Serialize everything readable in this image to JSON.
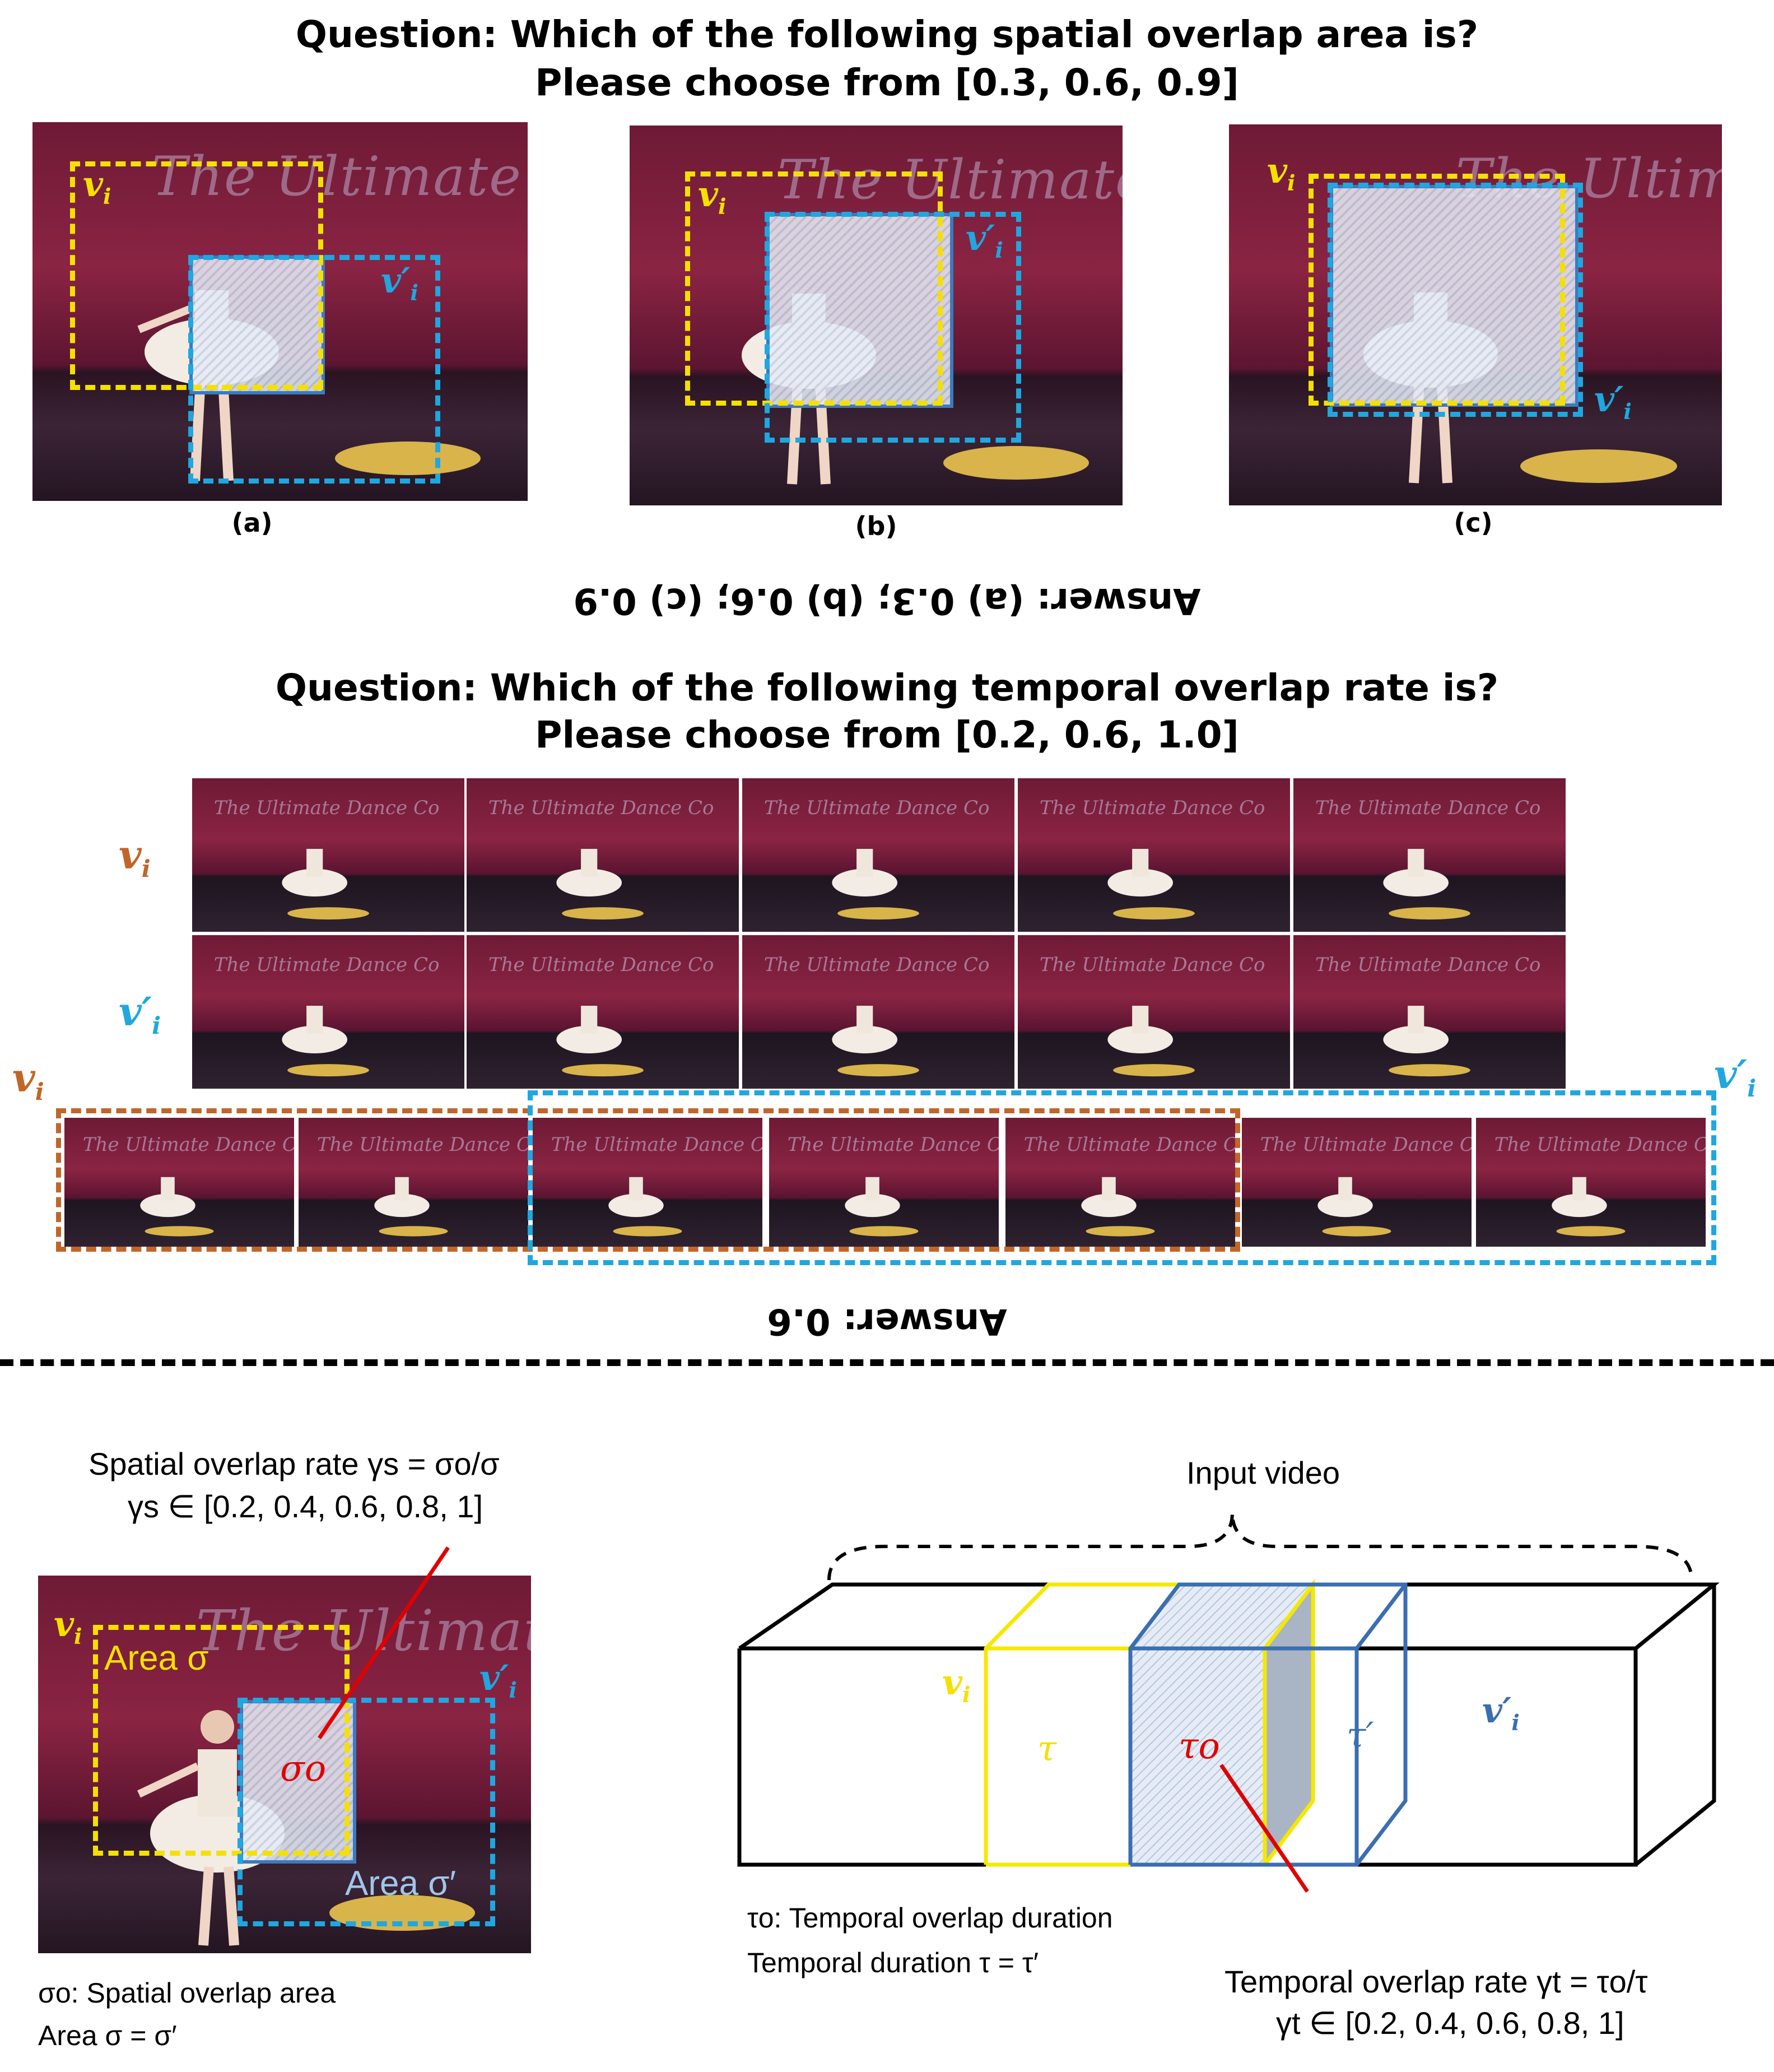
{
  "spatial": {
    "question_line1": "Question: Which of the following spatial overlap area is?",
    "question_line2": "Please choose from [0.3, 0.6, 0.9]",
    "panels": [
      {
        "caption": "(a)",
        "vi": "v",
        "vpi": "v′"
      },
      {
        "caption": "(b)",
        "vi": "v",
        "vpi": "v′"
      },
      {
        "caption": "(c)",
        "vi": "v",
        "vpi": "v′"
      }
    ],
    "answer": "Answer: (a) 0.3; (b) 0.6; (c) 0.9",
    "banner_text": "The Ultimate D"
  },
  "temporal": {
    "question_line1": "Question: Which of the following temporal overlap rate is?",
    "question_line2": "Please choose from [0.2, 0.6, 1.0]",
    "row_labels": {
      "vi": "v",
      "vpi": "v′"
    },
    "frame_text": "The Ultimate Dance Co",
    "answer": "Answer: 0.6"
  },
  "bottom_left": {
    "title_line1": "Spatial overlap rate γs = σo/σ",
    "title_line2": "γs ∈ [0.2, 0.4, 0.6, 0.8, 1]",
    "area_sigma": "Area σ",
    "area_sigma_prime": "Area σ′",
    "sigma_o": "σo",
    "note1": "σo: Spatial overlap area",
    "note2": "Area σ = σ′",
    "vi": "v",
    "vpi": "v′"
  },
  "bottom_right": {
    "input_video": "Input video",
    "tau": "τ",
    "tau_o": "τo",
    "tau_prime": "τ′",
    "vi": "v",
    "vpi": "v′",
    "note1": "τo: Temporal overlap duration",
    "note2": "Temporal duration τ = τ′",
    "rate_line1": "Temporal overlap rate γt = τo/τ",
    "rate_line2": "γt ∈ [0.2, 0.4, 0.6, 0.8, 1]"
  },
  "colors": {
    "yellow": "#f5e000",
    "cyan": "#1fa7e0",
    "orange": "#c0662a",
    "blue": "#3a6fb0",
    "red": "#e00000"
  }
}
